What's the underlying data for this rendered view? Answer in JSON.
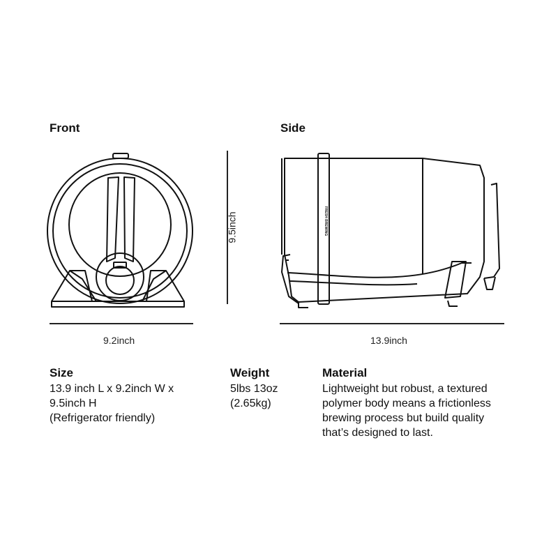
{
  "views": {
    "front": {
      "title": "Front",
      "width_label": "9.2inch",
      "height_label": "9.5inch"
    },
    "side": {
      "title": "Side",
      "length_label": "13.9inch",
      "band_text": "FRESH BREWING"
    }
  },
  "specs": {
    "size": {
      "heading": "Size",
      "lines": [
        "13.9 inch L x 9.2inch W x",
        "9.5inch H",
        "(Refrigerator friendly)"
      ]
    },
    "weight": {
      "heading": "Weight",
      "lines": [
        "5lbs 13oz",
        "(2.65kg)"
      ]
    },
    "material": {
      "heading": "Material",
      "lines": [
        "Lightweight but robust, a textured",
        "polymer body means a frictionless",
        "brewing process but build quality",
        "that’s designed to last."
      ]
    }
  },
  "colors": {
    "line": "#111111",
    "background": "#ffffff"
  }
}
